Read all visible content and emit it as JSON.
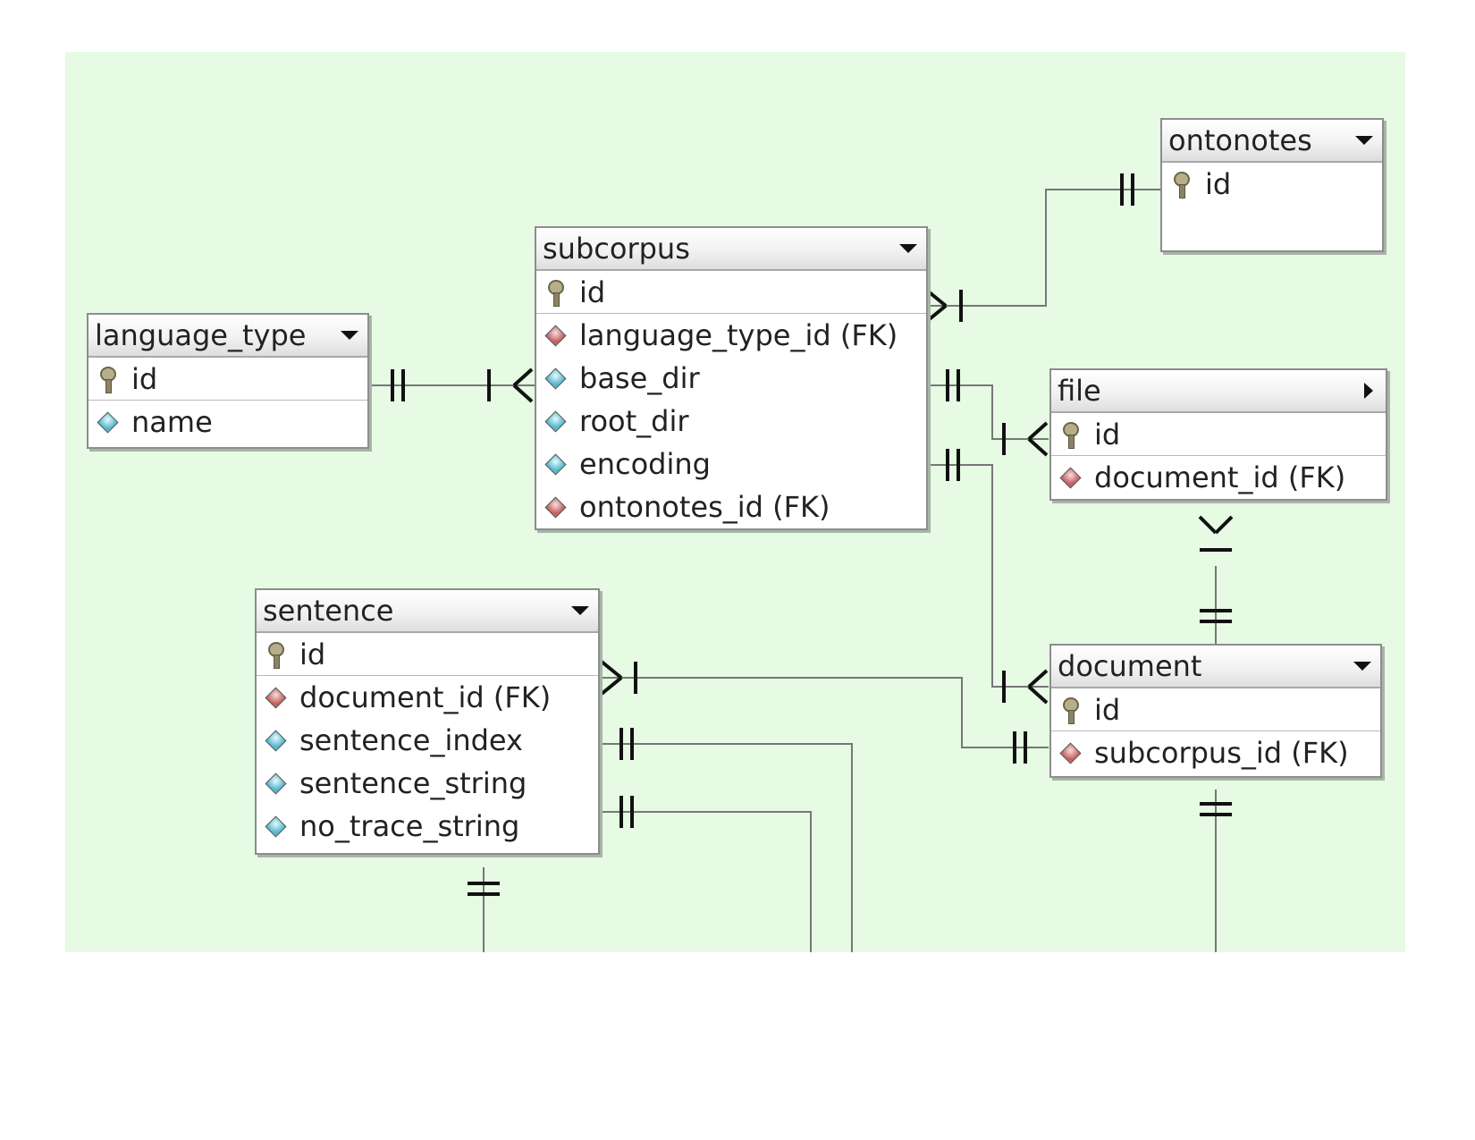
{
  "colors": {
    "canvas_background": "#e6fae4",
    "connector_line": "#777777",
    "notation": "#111111",
    "foreign_key_icon": "#c56060",
    "attribute_icon": "#55b8cc"
  },
  "entities": {
    "ontonotes": {
      "title": "ontonotes",
      "control_icon": "chevron-down-icon",
      "rows": [
        {
          "label": "id",
          "icon": "key-icon"
        }
      ]
    },
    "subcorpus": {
      "title": "subcorpus",
      "control_icon": "chevron-down-icon",
      "rows": [
        {
          "label": "id",
          "icon": "key-icon"
        },
        {
          "label": "language_type_id (FK)",
          "icon": "foreign-key-icon"
        },
        {
          "label": "base_dir",
          "icon": "attribute-icon"
        },
        {
          "label": "root_dir",
          "icon": "attribute-icon"
        },
        {
          "label": "encoding",
          "icon": "attribute-icon"
        },
        {
          "label": "ontonotes_id (FK)",
          "icon": "foreign-key-icon"
        }
      ]
    },
    "language_type": {
      "title": "language_type",
      "control_icon": "chevron-down-icon",
      "rows": [
        {
          "label": "id",
          "icon": "key-icon"
        },
        {
          "label": "name",
          "icon": "attribute-icon"
        }
      ]
    },
    "file": {
      "title": "file",
      "control_icon": "chevron-right-icon",
      "rows": [
        {
          "label": "id",
          "icon": "key-icon"
        },
        {
          "label": "document_id (FK)",
          "icon": "foreign-key-icon"
        }
      ]
    },
    "sentence": {
      "title": "sentence",
      "control_icon": "chevron-down-icon",
      "rows": [
        {
          "label": "id",
          "icon": "key-icon"
        },
        {
          "label": "document_id (FK)",
          "icon": "foreign-key-icon"
        },
        {
          "label": "sentence_index",
          "icon": "attribute-icon"
        },
        {
          "label": "sentence_string",
          "icon": "attribute-icon"
        },
        {
          "label": "no_trace_string",
          "icon": "attribute-icon"
        }
      ]
    },
    "document": {
      "title": "document",
      "control_icon": "chevron-down-icon",
      "rows": [
        {
          "label": "id",
          "icon": "key-icon"
        },
        {
          "label": "subcorpus_id (FK)",
          "icon": "foreign-key-icon"
        }
      ]
    }
  },
  "relationships": [
    {
      "from": "ontonotes",
      "to": "subcorpus",
      "from_end": "one-and-only-one",
      "to_end": "one-or-many"
    },
    {
      "from": "language_type",
      "to": "subcorpus",
      "from_end": "one-and-only-one",
      "to_end": "one-or-many"
    },
    {
      "from": "subcorpus",
      "to": "file",
      "from_end": "one-and-only-one",
      "to_end": "one-or-many"
    },
    {
      "from": "subcorpus",
      "to": "document",
      "from_end": "one-and-only-one",
      "to_end": "one-or-many"
    },
    {
      "from": "document",
      "to": "file",
      "from_end": "one-and-only-one",
      "to_end": "one-or-many"
    },
    {
      "from": "document",
      "to": "sentence",
      "from_end": "one-and-only-one",
      "to_end": "one-or-many"
    },
    {
      "from": "sentence",
      "to": "offscreen",
      "from_end": "one-and-only-one",
      "to_end": "offscreen"
    },
    {
      "from": "sentence",
      "to": "offscreen",
      "from_end": "one-and-only-one",
      "to_end": "offscreen"
    },
    {
      "from": "sentence",
      "to": "offscreen",
      "from_end": "one-and-only-one",
      "to_end": "offscreen"
    },
    {
      "from": "document",
      "to": "offscreen",
      "from_end": "one-and-only-one",
      "to_end": "offscreen"
    }
  ]
}
